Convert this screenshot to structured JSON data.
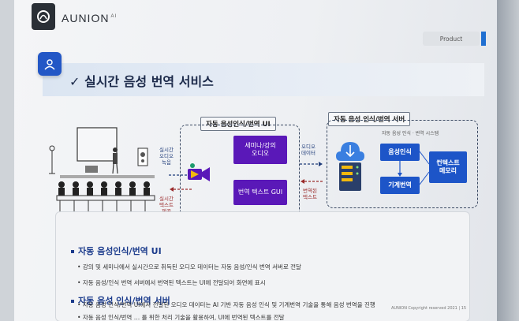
{
  "header": {
    "logo_name": "AUNION",
    "logo_suffix": "AI",
    "tab_label": "Product"
  },
  "title": {
    "text": "✓ 실시간 음성 번역 서비스",
    "icon": "user-voice-icon"
  },
  "diagram": {
    "ui_caption": "자동 음성인식/번역 UI",
    "server_caption": "자동 음성 인식/번역 서버",
    "server_sub": "자동 음성 인식 · 번역 시스템",
    "ui_box_audio": "세미나/강의\n오디오",
    "ui_box_gui": "번역 텍스트 GUI",
    "srv_asr": "음성인식",
    "srv_mt": "기계번역",
    "srv_ctx": "컨텍스트\n메모리",
    "left_top_label": "실시간\n오디오\n녹음",
    "left_bottom_label": "실시간\n텍스트\n제공",
    "mid_top_label": "오디오\n데이터",
    "mid_bottom_label": "번역된\n텍스트"
  },
  "content": {
    "section1_title": "자동 음성인식/번역 UI",
    "section1_items": [
      "강의 및 세미나에서 실시간으로 취득된 오디오 데이터는 자동 음성/인식 번역 서버로 전달",
      "자동 음성/인식 번역 서버에서 번역된 텍스트는 UI에 전달되어 화면에 표시"
    ],
    "section2_title": "자동 음성 인식/번역 서버",
    "section2_items": [
      "자동 음성 인식/번역 UI에서 전달된 오디오 데이터는 AI 기반 자동 음성 인식 및 기계번역 기술을 통해 음성 번역을 진행",
      "자동 음성 인식/번역 … 를 위한 처리 기술을 활용하여, UI에 번역된 텍스트를 전달"
    ]
  },
  "footer": {
    "text": "AUNION Copyright reserved 2021 | 15"
  },
  "colors": {
    "accent_blue": "#1d55c8",
    "accent_purple": "#5a18b8",
    "title_navy": "#1c2a4a",
    "alert_red": "#9a2a2a"
  }
}
